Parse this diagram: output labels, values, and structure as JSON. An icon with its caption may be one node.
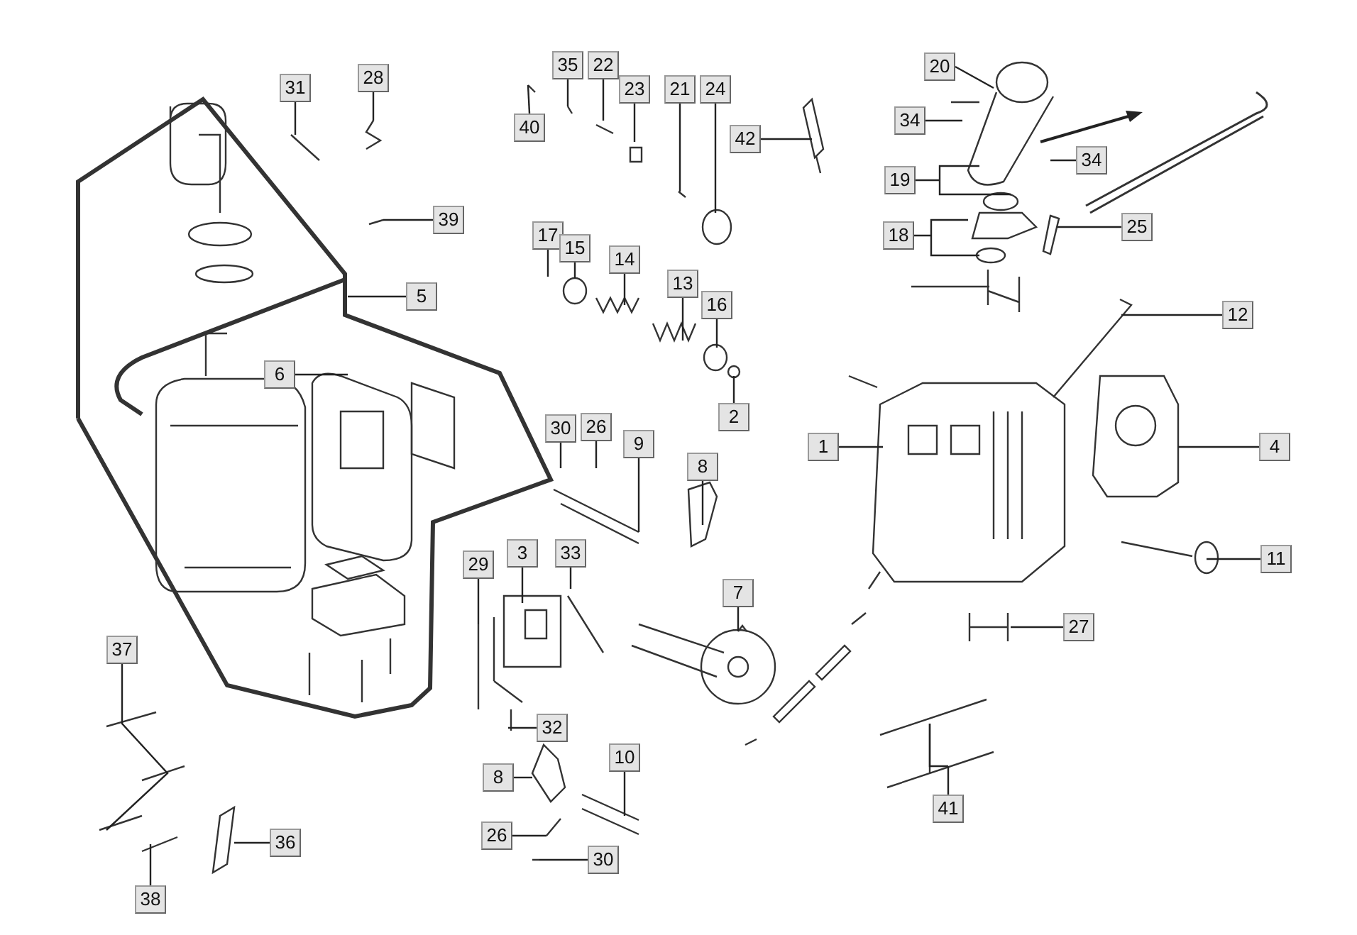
{
  "diagram": {
    "nodes": [
      {
        "text": [
          "31"
        ]
      },
      {
        "text": [
          "28"
        ]
      },
      {
        "text": [
          "35"
        ]
      },
      {
        "text": [
          "22"
        ]
      },
      {
        "text": [
          "20"
        ]
      },
      {
        "text": [
          "23"
        ]
      },
      {
        "text": [
          "21"
        ]
      },
      {
        "text": [
          "24"
        ]
      },
      {
        "text": [
          "40"
        ]
      },
      {
        "text": [
          "34"
        ]
      },
      {
        "text": [
          "42"
        ]
      },
      {
        "text": [
          "34"
        ]
      },
      {
        "text": [
          "19"
        ]
      },
      {
        "text": [
          "39"
        ]
      },
      {
        "text": [
          "25"
        ]
      },
      {
        "text": [
          "18"
        ]
      },
      {
        "text": [
          "17"
        ]
      },
      {
        "text": [
          "15"
        ]
      },
      {
        "text": [
          "14"
        ]
      },
      {
        "text": [
          "13"
        ]
      },
      {
        "text": [
          "5"
        ]
      },
      {
        "text": [
          "16"
        ]
      },
      {
        "text": [
          "12"
        ]
      },
      {
        "text": [
          "6"
        ]
      },
      {
        "text": [
          "2"
        ]
      },
      {
        "text": [
          "26"
        ]
      },
      {
        "text": [
          "30"
        ]
      },
      {
        "text": [
          "9"
        ]
      },
      {
        "text": [
          "1"
        ]
      },
      {
        "text": [
          "4"
        ]
      },
      {
        "text": [
          "8"
        ]
      },
      {
        "text": [
          "3"
        ]
      },
      {
        "text": [
          "33"
        ]
      },
      {
        "text": [
          "29"
        ]
      },
      {
        "text": [
          "11"
        ]
      },
      {
        "text": [
          "7"
        ]
      },
      {
        "text": [
          "27"
        ]
      },
      {
        "text": [
          "37"
        ]
      },
      {
        "text": [
          "32"
        ]
      },
      {
        "text": [
          "10"
        ]
      },
      {
        "text": [
          "8"
        ]
      },
      {
        "text": [
          "41"
        ]
      },
      {
        "text": [
          "26"
        ]
      },
      {
        "text": [
          "36"
        ]
      },
      {
        "text": [
          "30"
        ]
      },
      {
        "text": [
          "38"
        ]
      }
    ],
    "edges": [
      {
        "from": 0,
        "to": null,
        "arrow": "none"
      },
      {
        "from": 1,
        "to": null,
        "arrow": "none"
      },
      {
        "from": 2,
        "to": null,
        "arrow": "none"
      },
      {
        "from": 3,
        "to": null,
        "arrow": "none"
      },
      {
        "from": 4,
        "to": null,
        "arrow": "none"
      },
      {
        "from": 5,
        "to": null,
        "arrow": "none"
      },
      {
        "from": 6,
        "to": null,
        "arrow": "none"
      },
      {
        "from": 7,
        "to": null,
        "arrow": "none"
      },
      {
        "from": 8,
        "to": null,
        "arrow": "none"
      },
      {
        "from": 9,
        "to": null,
        "arrow": "none"
      },
      {
        "from": 10,
        "to": null,
        "arrow": "none"
      },
      {
        "from": 11,
        "to": null,
        "arrow": "none"
      },
      {
        "from": 12,
        "to": null,
        "arrow": "none"
      },
      {
        "from": 13,
        "to": null,
        "arrow": "none"
      },
      {
        "from": 14,
        "to": null,
        "arrow": "none"
      },
      {
        "from": 15,
        "to": null,
        "arrow": "none"
      },
      {
        "from": 16,
        "to": null,
        "arrow": "none"
      },
      {
        "from": 17,
        "to": null,
        "arrow": "none"
      },
      {
        "from": 18,
        "to": null,
        "arrow": "none"
      },
      {
        "from": 19,
        "to": null,
        "arrow": "none"
      },
      {
        "from": 20,
        "to": null,
        "arrow": "none"
      },
      {
        "from": 21,
        "to": null,
        "arrow": "none"
      },
      {
        "from": 22,
        "to": null,
        "arrow": "none"
      },
      {
        "from": 23,
        "to": null,
        "arrow": "none"
      },
      {
        "from": 24,
        "to": null,
        "arrow": "none"
      },
      {
        "from": 25,
        "to": null,
        "arrow": "none"
      },
      {
        "from": 26,
        "to": null,
        "arrow": "none"
      },
      {
        "from": 27,
        "to": null,
        "arrow": "none"
      },
      {
        "from": 28,
        "to": null,
        "arrow": "none"
      },
      {
        "from": 29,
        "to": null,
        "arrow": "none"
      },
      {
        "from": 30,
        "to": null,
        "arrow": "none"
      },
      {
        "from": 31,
        "to": null,
        "arrow": "none"
      },
      {
        "from": 32,
        "to": null,
        "arrow": "none"
      },
      {
        "from": 33,
        "to": null,
        "arrow": "none"
      },
      {
        "from": 34,
        "to": null,
        "arrow": "none"
      },
      {
        "from": 35,
        "to": null,
        "arrow": "none"
      },
      {
        "from": 36,
        "to": null,
        "arrow": "none"
      },
      {
        "from": 37,
        "to": null,
        "arrow": "none"
      },
      {
        "from": 38,
        "to": null,
        "arrow": "none"
      },
      {
        "from": 39,
        "to": null,
        "arrow": "none"
      },
      {
        "from": 40,
        "to": null,
        "arrow": "none"
      },
      {
        "from": 41,
        "to": null,
        "arrow": "none"
      },
      {
        "from": 42,
        "to": null,
        "arrow": "none"
      },
      {
        "from": 43,
        "to": null,
        "arrow": "none"
      },
      {
        "from": 44,
        "to": null,
        "arrow": "none"
      },
      {
        "from": 45,
        "to": null,
        "arrow": "none"
      }
    ]
  }
}
